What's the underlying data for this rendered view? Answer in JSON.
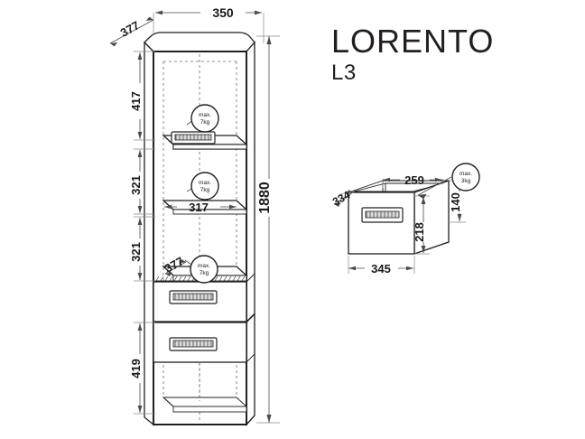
{
  "document": {
    "kind": "technical-furniture-drawing",
    "background_color": "#ffffff",
    "line_color": "#231f20"
  },
  "title": {
    "brand": "LORENTO",
    "model": "L3"
  },
  "cabinet": {
    "name": "tall-cabinet-elevation",
    "dimensions": {
      "width_top": "350",
      "depth_top": "377",
      "total_height": "1880",
      "section_1_height": "417",
      "section_2_height": "321",
      "section_3_height": "321",
      "section_4_height": "419",
      "shelf_width": "317",
      "shelf_depth": "377"
    },
    "load_badges": [
      {
        "line1": "max.",
        "line2": "7kg"
      },
      {
        "line1": "max.",
        "line2": "7kg"
      },
      {
        "line1": "max.",
        "line2": "7kg"
      }
    ],
    "drawer_count": 2
  },
  "drawer_detail": {
    "name": "drawer-detail-isometric",
    "dimensions": {
      "inner_width": "259",
      "side_depth": "334",
      "inner_height": "140",
      "front_height": "218",
      "front_width": "345"
    },
    "load_badge": {
      "line1": "max.",
      "line2": "3kg"
    }
  }
}
